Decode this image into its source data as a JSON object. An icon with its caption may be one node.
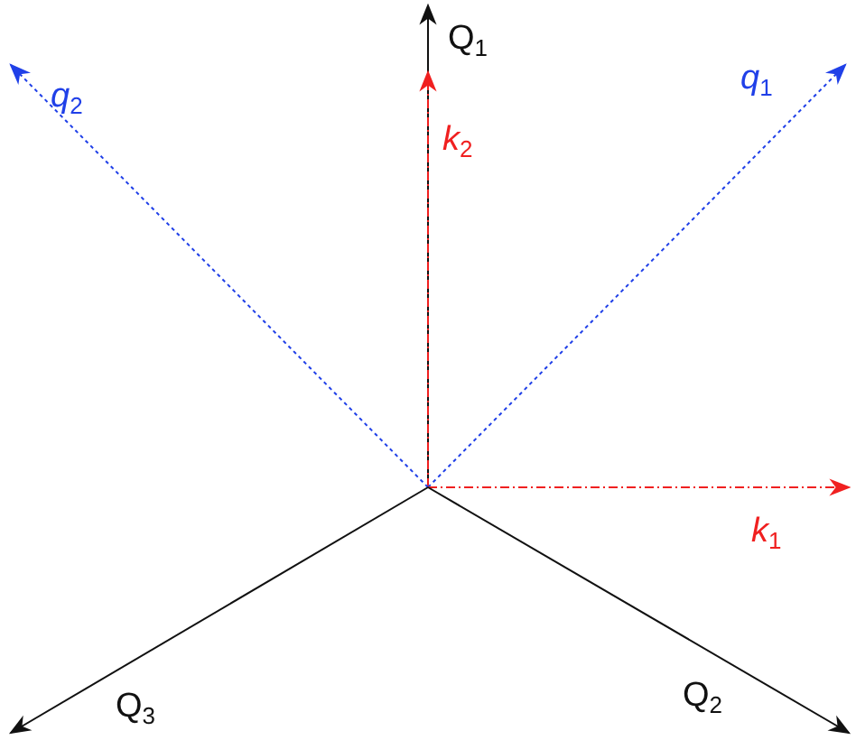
{
  "diagram": {
    "labels": [
      "Q$_{1}$",
      "*q*$_{2}$",
      "*q*$_{1}$",
      "*k*$_{2}$",
      "*k*$_{1}$",
      "Q$_{3}$",
      "Q$_{2}$"
    ]
  }
}
